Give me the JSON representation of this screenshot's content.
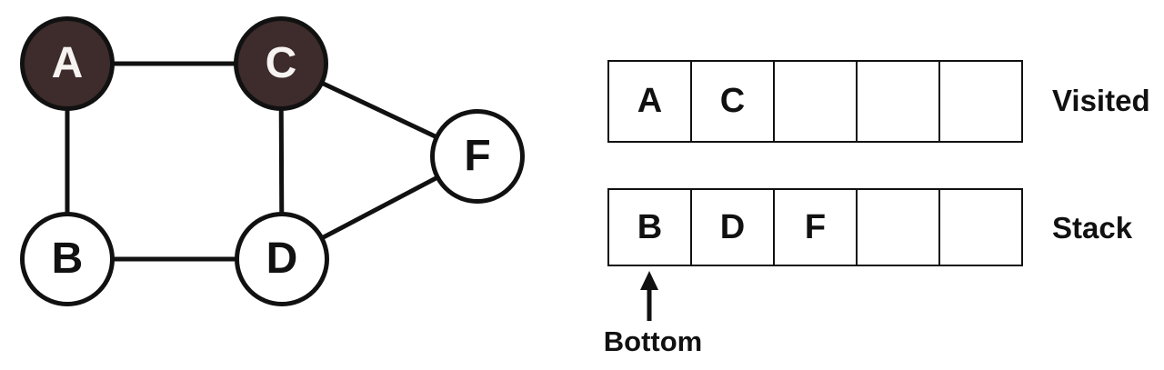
{
  "graph": {
    "nodes": [
      {
        "id": "A",
        "label": "A",
        "state": "visited"
      },
      {
        "id": "B",
        "label": "B",
        "state": "unvisited"
      },
      {
        "id": "C",
        "label": "C",
        "state": "visited"
      },
      {
        "id": "D",
        "label": "D",
        "state": "unvisited"
      },
      {
        "id": "F",
        "label": "F",
        "state": "unvisited"
      }
    ],
    "edges": [
      [
        "A",
        "C"
      ],
      [
        "A",
        "B"
      ],
      [
        "C",
        "D"
      ],
      [
        "B",
        "D"
      ],
      [
        "C",
        "F"
      ],
      [
        "D",
        "F"
      ]
    ],
    "colors": {
      "visited_fill": "#3D2C2B",
      "unvisited_fill": "#FFFFFF",
      "stroke": "#111111"
    }
  },
  "visited_array": {
    "label": "Visited",
    "cells": [
      "A",
      "C",
      "",
      "",
      ""
    ]
  },
  "stack_array": {
    "label": "Stack",
    "cells": [
      "B",
      "D",
      "F",
      "",
      ""
    ]
  },
  "pointer": {
    "label": "Bottom",
    "target_index": 0
  }
}
